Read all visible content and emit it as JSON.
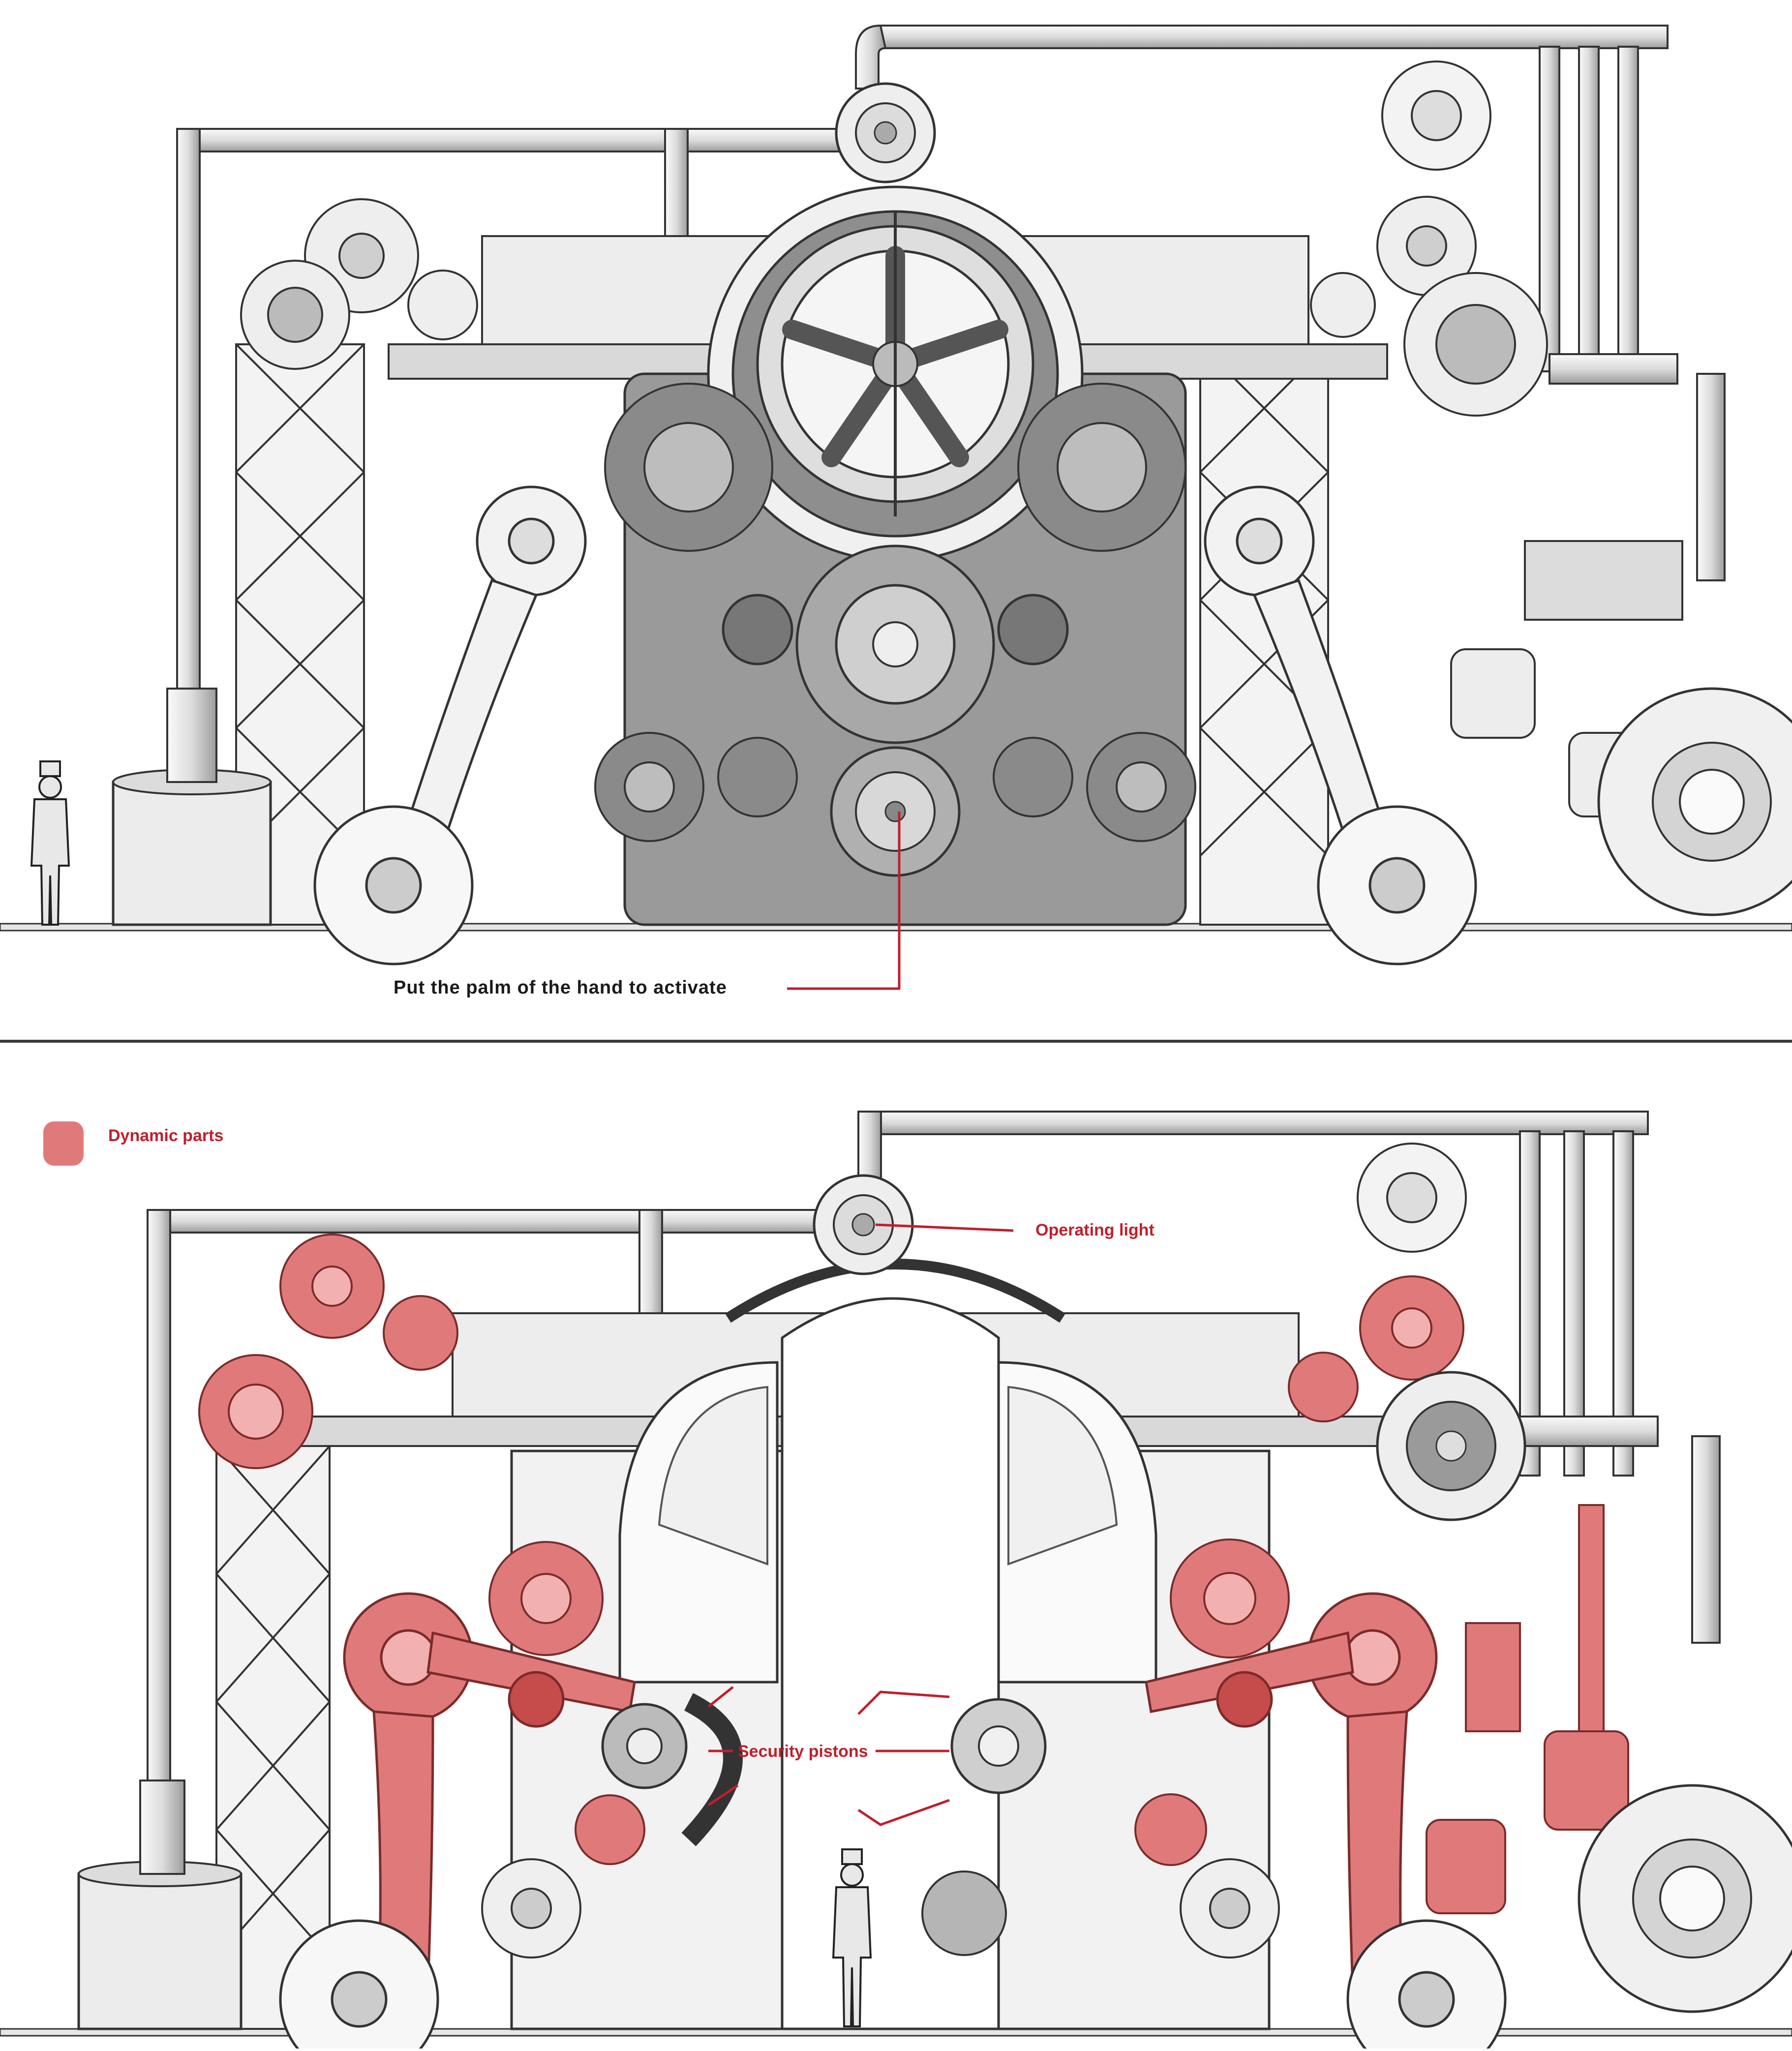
{
  "top_panel": {
    "callout_label": "Put the palm of the hand to activate"
  },
  "bottom_panel": {
    "legend_label": "Dynamic parts",
    "operating_light_label": "Operating light",
    "security_pistons_label": "Security pistons"
  },
  "colors": {
    "dynamic_parts": "#e07a7a",
    "annotation": "#c01f2b",
    "line_art": "#2c2c2c",
    "metal_light": "#f1f1f1",
    "metal_mid": "#c8c8c8",
    "metal_dark": "#7d7d7d"
  },
  "icons": {
    "legend_swatch": "rounded-square-swatch-icon",
    "person": "person-silhouette-icon"
  }
}
